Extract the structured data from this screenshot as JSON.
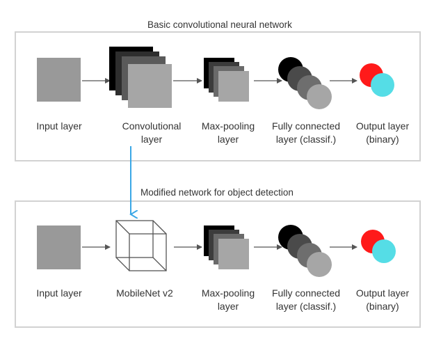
{
  "colors": {
    "panel_border": "#d2d2d2",
    "arrow": "#555555",
    "link_arrow": "#3aa7e6",
    "output_red": "#ff1a1a",
    "output_cyan": "#55dde6"
  },
  "basic_network": {
    "title": "Basic convolutional neural network",
    "layers": [
      {
        "line1": "Input layer",
        "line2": ""
      },
      {
        "line1": "Convolutional",
        "line2": "layer"
      },
      {
        "line1": "Max-pooling",
        "line2": "layer"
      },
      {
        "line1": "Fully connected",
        "line2": "layer (classif.)"
      },
      {
        "line1": "Output layer",
        "line2": "(binary)"
      }
    ]
  },
  "detection_network": {
    "title": "Modified network for object detection",
    "layers": [
      {
        "line1": "Input layer",
        "line2": ""
      },
      {
        "line1": "MobileNet v2",
        "line2": "",
        "icon": "cube-icon"
      },
      {
        "line1": "Max-pooling",
        "line2": "layer"
      },
      {
        "line1": "Fully connected",
        "line2": "layer (classif.)"
      },
      {
        "line1": "Output layer",
        "line2": "(binary)"
      }
    ]
  }
}
